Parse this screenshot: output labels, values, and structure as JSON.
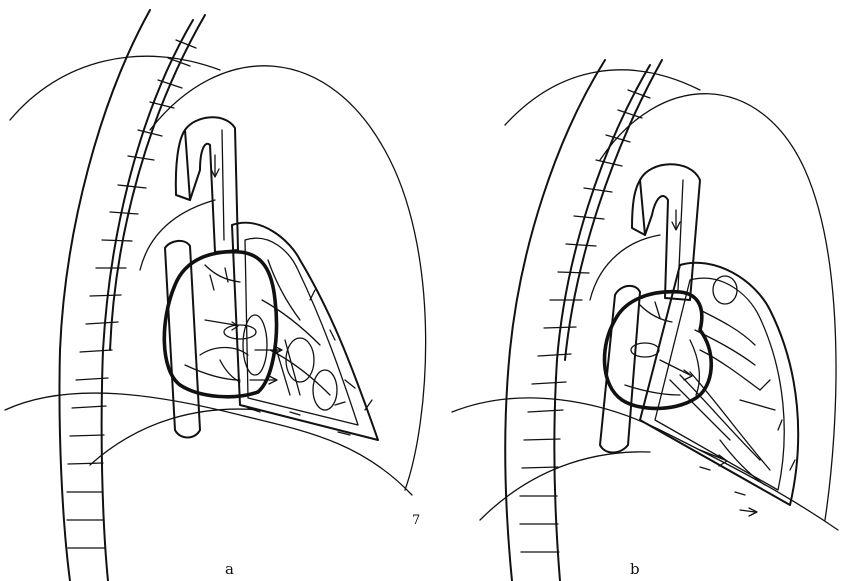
{
  "labels": {
    "panel_a": "a",
    "panel_b": "b",
    "figure_number": "7"
  }
}
